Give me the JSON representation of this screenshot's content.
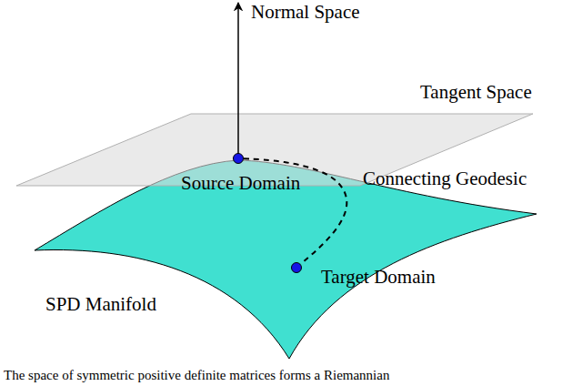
{
  "diagram": {
    "caption": "The space of symmetric positive definite matrices forms a Riemannian",
    "nodes": [
      {
        "text": [
          "Source Domain"
        ]
      },
      {
        "text": [
          "Target Domain"
        ]
      }
    ],
    "edges": [
      {
        "from": 0,
        "to": 1,
        "arrow": "none",
        "label": "Connecting Geodesic"
      }
    ],
    "labels": [
      "Normal Space",
      "Tangent Space",
      "SPD Manifold"
    ]
  }
}
